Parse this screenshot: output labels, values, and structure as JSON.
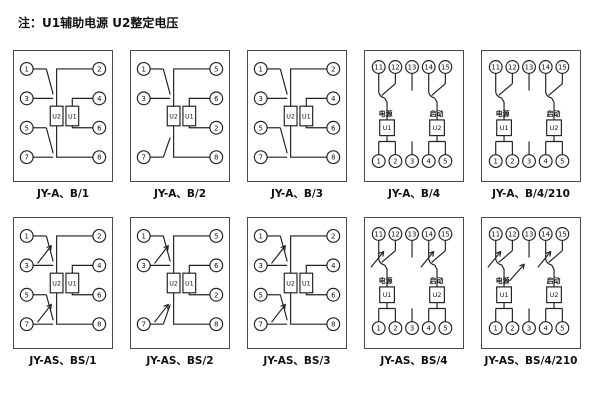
{
  "note": "注：U1辅助电源  U2整定电压",
  "cells": [
    {
      "caption": "JY-A、B/1",
      "layout": "side",
      "left": [
        "1",
        "3",
        "5",
        "7"
      ],
      "right": [
        "2",
        "4",
        "6",
        "8"
      ],
      "boxes": [
        "U2",
        "U1"
      ],
      "arrows": false,
      "extra_arrow": false
    },
    {
      "caption": "JY-A、B/2",
      "layout": "side",
      "left": [
        "1",
        "3",
        "7"
      ],
      "right": [
        "5",
        "6",
        "2",
        "8"
      ],
      "boxes": [
        "U2",
        "U1"
      ],
      "arrows": false,
      "extra_arrow": false
    },
    {
      "caption": "JY-A、B/3",
      "layout": "side",
      "left": [
        "1",
        "3",
        "5",
        "7"
      ],
      "right": [
        "2",
        "4",
        "6",
        "8"
      ],
      "boxes": [
        "U2",
        "U1"
      ],
      "arrows": false,
      "extra_arrow": false
    },
    {
      "caption": "JY-A、B/4",
      "layout": "topbottom",
      "top": [
        "11",
        "12",
        "13",
        "14",
        "15"
      ],
      "bottom": [
        "1",
        "2",
        "3",
        "4",
        "5"
      ],
      "boxes": [
        "U1",
        "U2"
      ],
      "power_label": "电源",
      "start_label": "启动",
      "arrows": false,
      "extra_arrow": false
    },
    {
      "caption": "JY-A、B/4/210",
      "layout": "topbottom",
      "top": [
        "11",
        "12",
        "13",
        "14",
        "15"
      ],
      "bottom": [
        "1",
        "2",
        "3",
        "4",
        "5"
      ],
      "boxes": [
        "U1",
        "U2"
      ],
      "power_label": "电源",
      "start_label": "启动",
      "arrows": false,
      "extra_arrow": false
    },
    {
      "caption": "JY-AS、BS/1",
      "layout": "side",
      "left": [
        "1",
        "3",
        "5",
        "7"
      ],
      "right": [
        "2",
        "4",
        "6",
        "8"
      ],
      "boxes": [
        "U2",
        "U1"
      ],
      "arrows": true,
      "extra_arrow": false
    },
    {
      "caption": "JY-AS、BS/2",
      "layout": "side",
      "left": [
        "1",
        "3",
        "7"
      ],
      "right": [
        "5",
        "6",
        "2",
        "8"
      ],
      "boxes": [
        "U2",
        "U1"
      ],
      "arrows": true,
      "extra_arrow": false
    },
    {
      "caption": "JY-AS、BS/3",
      "layout": "side",
      "left": [
        "1",
        "3",
        "5",
        "7"
      ],
      "right": [
        "2",
        "4",
        "6",
        "8"
      ],
      "boxes": [
        "U2",
        "U1"
      ],
      "arrows": true,
      "extra_arrow": false
    },
    {
      "caption": "JY-AS、BS/4",
      "layout": "topbottom",
      "top": [
        "11",
        "12",
        "13",
        "14",
        "15"
      ],
      "bottom": [
        "1",
        "2",
        "3",
        "4",
        "5"
      ],
      "boxes": [
        "U1",
        "U2"
      ],
      "power_label": "电源",
      "start_label": "启动",
      "arrows": true,
      "extra_arrow": false
    },
    {
      "caption": "JY-AS、BS/4/210",
      "layout": "topbottom",
      "top": [
        "11",
        "12",
        "13",
        "14",
        "15"
      ],
      "bottom": [
        "1",
        "2",
        "3",
        "4",
        "5"
      ],
      "boxes": [
        "U1",
        "U2"
      ],
      "power_label": "电源",
      "start_label": "启动",
      "arrows": true,
      "extra_arrow": true
    }
  ]
}
